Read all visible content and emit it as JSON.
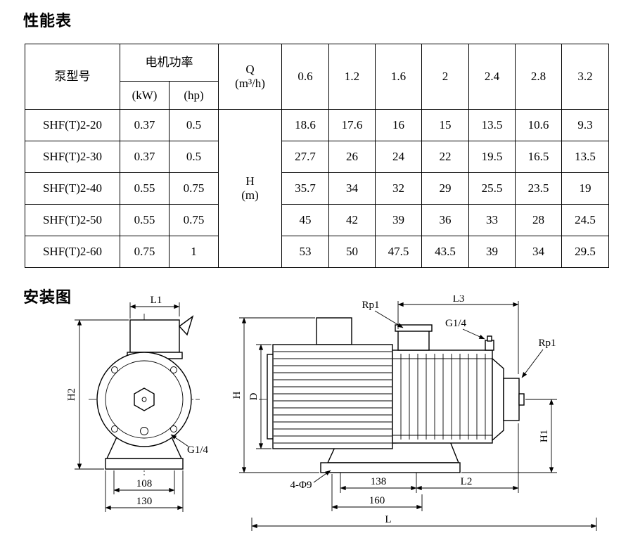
{
  "titles": {
    "performance": "性能表",
    "installation": "安装图"
  },
  "table": {
    "headers": {
      "pump_model": "泵型号",
      "motor_power": "电机功率",
      "kw_unit": "(kW)",
      "hp_unit": "(hp)",
      "q_label": "Q",
      "q_unit": "(m³/h)",
      "h_label": "H",
      "h_unit": "(m)",
      "flow_values": [
        "0.6",
        "1.2",
        "1.6",
        "2",
        "2.4",
        "2.8",
        "3.2"
      ]
    },
    "rows": [
      {
        "model": "SHF(T)2-20",
        "kw": "0.37",
        "hp": "0.5",
        "heads": [
          "18.6",
          "17.6",
          "16",
          "15",
          "13.5",
          "10.6",
          "9.3"
        ]
      },
      {
        "model": "SHF(T)2-30",
        "kw": "0.37",
        "hp": "0.5",
        "heads": [
          "27.7",
          "26",
          "24",
          "22",
          "19.5",
          "16.5",
          "13.5"
        ]
      },
      {
        "model": "SHF(T)2-40",
        "kw": "0.55",
        "hp": "0.75",
        "heads": [
          "35.7",
          "34",
          "32",
          "29",
          "25.5",
          "23.5",
          "19"
        ]
      },
      {
        "model": "SHF(T)2-50",
        "kw": "0.55",
        "hp": "0.75",
        "heads": [
          "45",
          "42",
          "39",
          "36",
          "33",
          "28",
          "24.5"
        ]
      },
      {
        "model": "SHF(T)2-60",
        "kw": "0.75",
        "hp": "1",
        "heads": [
          "53",
          "50",
          "47.5",
          "43.5",
          "39",
          "34",
          "29.5"
        ]
      }
    ]
  },
  "diagram": {
    "front": {
      "l1": "L1",
      "h2": "H2",
      "g14": "G1/4",
      "d108": "108",
      "d130": "130"
    },
    "side": {
      "rp1_top": "Rp1",
      "l3": "L3",
      "g14": "G1/4",
      "rp1_right": "Rp1",
      "h": "H",
      "d": "D",
      "h1": "H1",
      "holes": "4-Φ9",
      "d138": "138",
      "l2": "L2",
      "d160": "160",
      "l": "L"
    }
  }
}
